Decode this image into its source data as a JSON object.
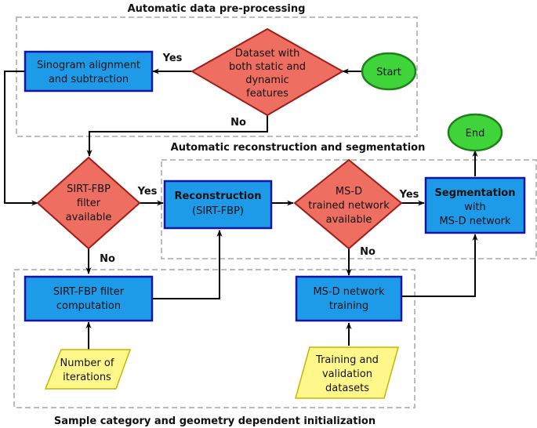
{
  "groups": {
    "preprocessing": "Automatic data pre-processing",
    "reconstruction": "Automatic reconstruction and segmentation",
    "initialization": "Sample category and geometry dependent initialization"
  },
  "nodes": {
    "start": "Start",
    "end": "End",
    "dataset_decision": [
      "Dataset with",
      "both static and",
      "dynamic",
      "features"
    ],
    "sinogram": [
      "Sinogram alignment",
      "and subtraction"
    ],
    "sirt_decision": [
      "SIRT-FBP",
      "filter",
      "available"
    ],
    "reconstruction": [
      "Reconstruction",
      "(SIRT-FBP)"
    ],
    "msd_decision": [
      "MS-D",
      "trained network",
      "available"
    ],
    "segmentation": [
      "Segmentation",
      "with",
      "MS-D network"
    ],
    "sirt_compute": [
      "SIRT-FBP filter",
      "computation"
    ],
    "msd_training": [
      "MS-D network",
      "training"
    ],
    "iterations": [
      "Number of",
      "iterations"
    ],
    "datasets": [
      "Training and",
      "validation",
      "datasets"
    ]
  },
  "edges": {
    "yes_sinogram": "Yes",
    "no_dataset": "No",
    "yes_sirt": "Yes",
    "no_sirt": "No",
    "yes_msd": "Yes",
    "no_msd": "No"
  }
}
